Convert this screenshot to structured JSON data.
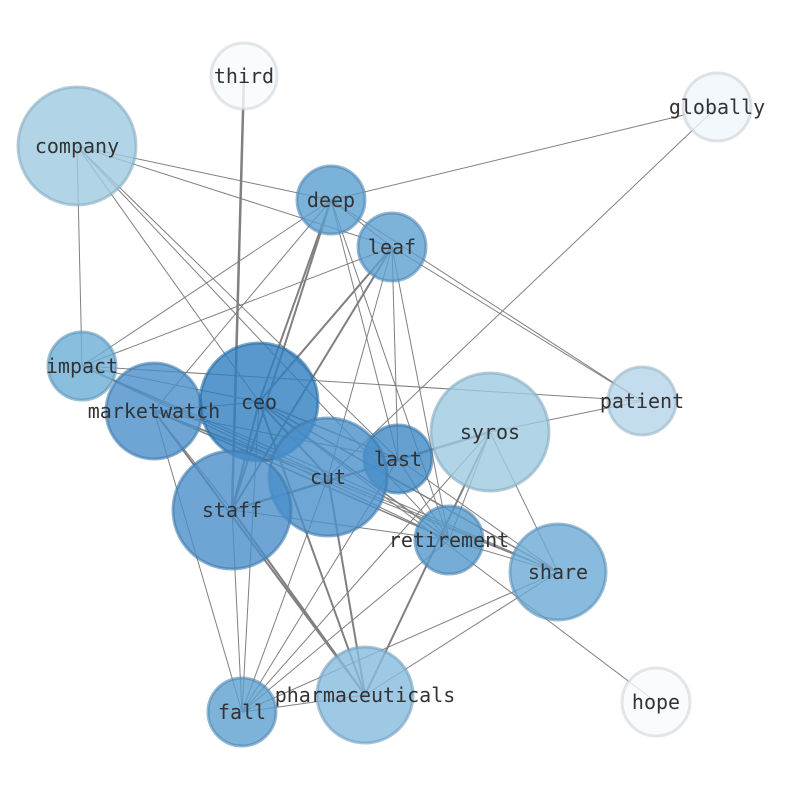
{
  "graph": {
    "nodes": [
      {
        "id": "company",
        "label": "company",
        "weight": 0.4,
        "color": "#9ecae1"
      },
      {
        "id": "third",
        "label": "third",
        "weight": 0.02,
        "color": "#f7fbff"
      },
      {
        "id": "globally",
        "label": "globally",
        "weight": 0.02,
        "color": "#f0f6fc"
      },
      {
        "id": "deep",
        "label": "deep",
        "weight": 0.72,
        "color": "#5a9fd1"
      },
      {
        "id": "leaf",
        "label": "leaf",
        "weight": 0.7,
        "color": "#5d9fd0"
      },
      {
        "id": "impact",
        "label": "impact",
        "weight": 0.62,
        "color": "#6baed6"
      },
      {
        "id": "marketwatch",
        "label": "marketwatch",
        "weight": 0.8,
        "color": "#4a8fc9"
      },
      {
        "id": "ceo",
        "label": "ceo",
        "weight": 1.0,
        "color": "#2e7ebf"
      },
      {
        "id": "patient",
        "label": "patient",
        "weight": 0.25,
        "color": "#b5d5ea"
      },
      {
        "id": "syros",
        "label": "syros",
        "weight": 0.4,
        "color": "#9ecae1"
      },
      {
        "id": "last",
        "label": "last",
        "weight": 0.85,
        "color": "#3f88c5"
      },
      {
        "id": "cut",
        "label": "cut",
        "weight": 0.8,
        "color": "#4a90cb"
      },
      {
        "id": "staff",
        "label": "staff",
        "weight": 0.8,
        "color": "#4a8fc9"
      },
      {
        "id": "retirement",
        "label": "retirement",
        "weight": 0.75,
        "color": "#5399cd"
      },
      {
        "id": "share",
        "label": "share",
        "weight": 0.62,
        "color": "#6aaad6"
      },
      {
        "id": "pharmaceuticals",
        "label": "pharmaceuticals",
        "weight": 0.5,
        "color": "#86bbdf"
      },
      {
        "id": "fall",
        "label": "fall",
        "weight": 0.7,
        "color": "#5d9fd0"
      },
      {
        "id": "hope",
        "label": "hope",
        "weight": 0.02,
        "color": "#f7fbff"
      }
    ],
    "edges": [
      [
        "third",
        "staff",
        2.5
      ],
      [
        "globally",
        "deep",
        1
      ],
      [
        "globally",
        "cut",
        1
      ],
      [
        "company",
        "deep",
        1
      ],
      [
        "company",
        "leaf",
        1
      ],
      [
        "company",
        "impact",
        1
      ],
      [
        "company",
        "ceo",
        1
      ],
      [
        "company",
        "last",
        1
      ],
      [
        "company",
        "retirement",
        1
      ],
      [
        "deep",
        "leaf",
        1
      ],
      [
        "deep",
        "patient",
        1
      ],
      [
        "deep",
        "impact",
        1
      ],
      [
        "deep",
        "marketwatch",
        1
      ],
      [
        "deep",
        "ceo",
        2
      ],
      [
        "deep",
        "staff",
        2
      ],
      [
        "deep",
        "last",
        1
      ],
      [
        "deep",
        "retirement",
        1
      ],
      [
        "leaf",
        "patient",
        1
      ],
      [
        "leaf",
        "impact",
        1
      ],
      [
        "leaf",
        "ceo",
        2
      ],
      [
        "leaf",
        "staff",
        2
      ],
      [
        "leaf",
        "last",
        1
      ],
      [
        "leaf",
        "cut",
        1
      ],
      [
        "leaf",
        "retirement",
        1
      ],
      [
        "impact",
        "patient",
        1
      ],
      [
        "impact",
        "ceo",
        1
      ],
      [
        "impact",
        "cut",
        1
      ],
      [
        "impact",
        "retirement",
        1
      ],
      [
        "impact",
        "share",
        1
      ],
      [
        "marketwatch",
        "ceo",
        1
      ],
      [
        "marketwatch",
        "staff",
        1
      ],
      [
        "marketwatch",
        "cut",
        1
      ],
      [
        "marketwatch",
        "last",
        1
      ],
      [
        "marketwatch",
        "retirement",
        1.5
      ],
      [
        "marketwatch",
        "share",
        1
      ],
      [
        "marketwatch",
        "pharmaceuticals",
        2
      ],
      [
        "marketwatch",
        "fall",
        1
      ],
      [
        "ceo",
        "staff",
        2
      ],
      [
        "ceo",
        "cut",
        2
      ],
      [
        "ceo",
        "last",
        1.5
      ],
      [
        "ceo",
        "retirement",
        1.5
      ],
      [
        "ceo",
        "share",
        1.5
      ],
      [
        "ceo",
        "pharmaceuticals",
        2
      ],
      [
        "ceo",
        "fall",
        1
      ],
      [
        "ceo",
        "hope",
        1
      ],
      [
        "syros",
        "staff",
        2.5
      ],
      [
        "syros",
        "patient",
        1
      ],
      [
        "syros",
        "pharmaceuticals",
        2
      ],
      [
        "syros",
        "share",
        1
      ],
      [
        "syros",
        "retirement",
        1
      ],
      [
        "syros",
        "fall",
        1
      ],
      [
        "last",
        "staff",
        1
      ],
      [
        "last",
        "retirement",
        1
      ],
      [
        "last",
        "share",
        1
      ],
      [
        "last",
        "fall",
        1
      ],
      [
        "cut",
        "share",
        1
      ],
      [
        "cut",
        "pharmaceuticals",
        2
      ],
      [
        "cut",
        "fall",
        1
      ],
      [
        "staff",
        "fall",
        1
      ],
      [
        "staff",
        "pharmaceuticals",
        2
      ],
      [
        "staff",
        "retirement",
        1
      ],
      [
        "retirement",
        "share",
        1
      ],
      [
        "retirement",
        "fall",
        1
      ],
      [
        "share",
        "fall",
        1
      ],
      [
        "share",
        "pharmaceuticals",
        1
      ],
      [
        "fall",
        "pharmaceuticals",
        1
      ]
    ]
  }
}
